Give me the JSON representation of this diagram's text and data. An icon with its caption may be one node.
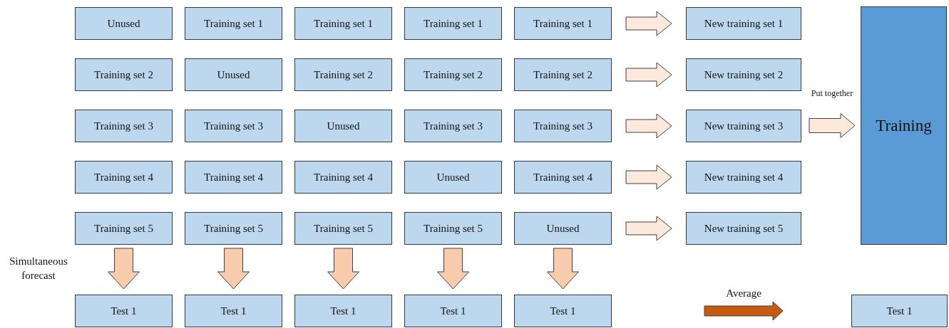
{
  "diagram": {
    "nodes": [
      {
        "text": [
          "Unused"
        ]
      },
      {
        "text": [
          "Training set 1"
        ]
      },
      {
        "text": [
          "Training set 1"
        ]
      },
      {
        "text": [
          "Training set 1"
        ]
      },
      {
        "text": [
          "Training set 1"
        ]
      },
      {
        "text": [
          "New training set 1"
        ]
      },
      {
        "text": [
          "Training set 2"
        ]
      },
      {
        "text": [
          "Unused"
        ]
      },
      {
        "text": [
          "Training set 2"
        ]
      },
      {
        "text": [
          "Training set 2"
        ]
      },
      {
        "text": [
          "Training set 2"
        ]
      },
      {
        "text": [
          "New training set 2"
        ]
      },
      {
        "text": [
          "Training set 3"
        ]
      },
      {
        "text": [
          "Training set 3"
        ]
      },
      {
        "text": [
          "Unused"
        ]
      },
      {
        "text": [
          "Training set 3"
        ]
      },
      {
        "text": [
          "Training set 3"
        ]
      },
      {
        "text": [
          "New training set 3"
        ]
      },
      {
        "text": [
          "Training set 4"
        ]
      },
      {
        "text": [
          "Training set 4"
        ]
      },
      {
        "text": [
          "Training set 4"
        ]
      },
      {
        "text": [
          "Unused"
        ]
      },
      {
        "text": [
          "Training set 4"
        ]
      },
      {
        "text": [
          "New training set 4"
        ]
      },
      {
        "text": [
          "Training set 5"
        ]
      },
      {
        "text": [
          "Training set 5"
        ]
      },
      {
        "text": [
          "Training set 5"
        ]
      },
      {
        "text": [
          "Training set 5"
        ]
      },
      {
        "text": [
          "Unused"
        ]
      },
      {
        "text": [
          "New training set 5"
        ]
      },
      {
        "text": [
          "Training"
        ]
      },
      {
        "text": [
          "Test 1"
        ]
      },
      {
        "text": [
          "Test 1"
        ]
      },
      {
        "text": [
          "Test 1"
        ]
      },
      {
        "text": [
          "Test 1"
        ]
      },
      {
        "text": [
          "Test 1"
        ]
      },
      {
        "text": [
          "Test 1"
        ]
      }
    ],
    "edges": [
      {
        "from": 4,
        "to": 5,
        "arrow": "to"
      },
      {
        "from": 10,
        "to": 11,
        "arrow": "to"
      },
      {
        "from": 16,
        "to": 17,
        "arrow": "to"
      },
      {
        "from": 22,
        "to": 23,
        "arrow": "to"
      },
      {
        "from": 28,
        "to": 29,
        "arrow": "to"
      },
      {
        "from": 17,
        "to": 30,
        "arrow": "to",
        "label": "Put together"
      },
      {
        "from": 24,
        "to": 31,
        "arrow": "to",
        "color": "#f8cbad"
      },
      {
        "from": 25,
        "to": 32,
        "arrow": "to",
        "color": "#f8cbad"
      },
      {
        "from": 26,
        "to": 33,
        "arrow": "to",
        "color": "#f8cbad"
      },
      {
        "from": 27,
        "to": 34,
        "arrow": "to",
        "color": "#f8cbad"
      },
      {
        "from": 28,
        "to": 35,
        "arrow": "to",
        "color": "#f8cbad"
      }
    ],
    "labels": [
      "Simultaneous forecast",
      "Average"
    ]
  }
}
